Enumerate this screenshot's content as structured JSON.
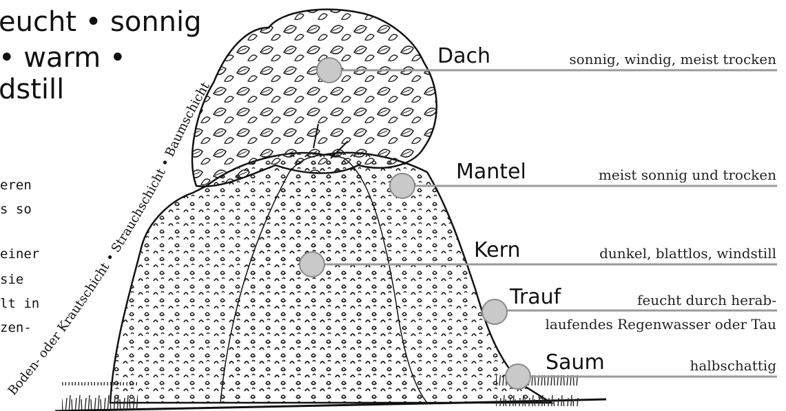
{
  "header_text": {
    "line1": "eucht • sonnig",
    "line2": "• warm •",
    "line3": "dstill"
  },
  "side_text": {
    "line1": "eren",
    "line2": "s so",
    "line3": "einer",
    "line4": "sie",
    "line5": "lt in",
    "line6": "zen-"
  },
  "layers_label": {
    "boden": "Boden- oder Krautschicht",
    "strauch": "Strauchschicht",
    "baum": "Baumschicht"
  },
  "zones": [
    {
      "name": "Dach",
      "description": "sonnig, windig, meist trocken"
    },
    {
      "name": "Mantel",
      "description": "meist sonnig und trocken"
    },
    {
      "name": "Kern",
      "description": "dunkel, blattlos, windstill"
    },
    {
      "name": "Trauf",
      "description": "feucht durch herab-",
      "description2": "laufendes Regenwasser oder Tau"
    },
    {
      "name": "Saum",
      "description": "halbschattig"
    }
  ],
  "colors": {
    "marker": "#c9c9c9",
    "marker_stroke": "#8a8a8a",
    "line": "#9a9a9a",
    "ink": "#1a1a1a"
  }
}
